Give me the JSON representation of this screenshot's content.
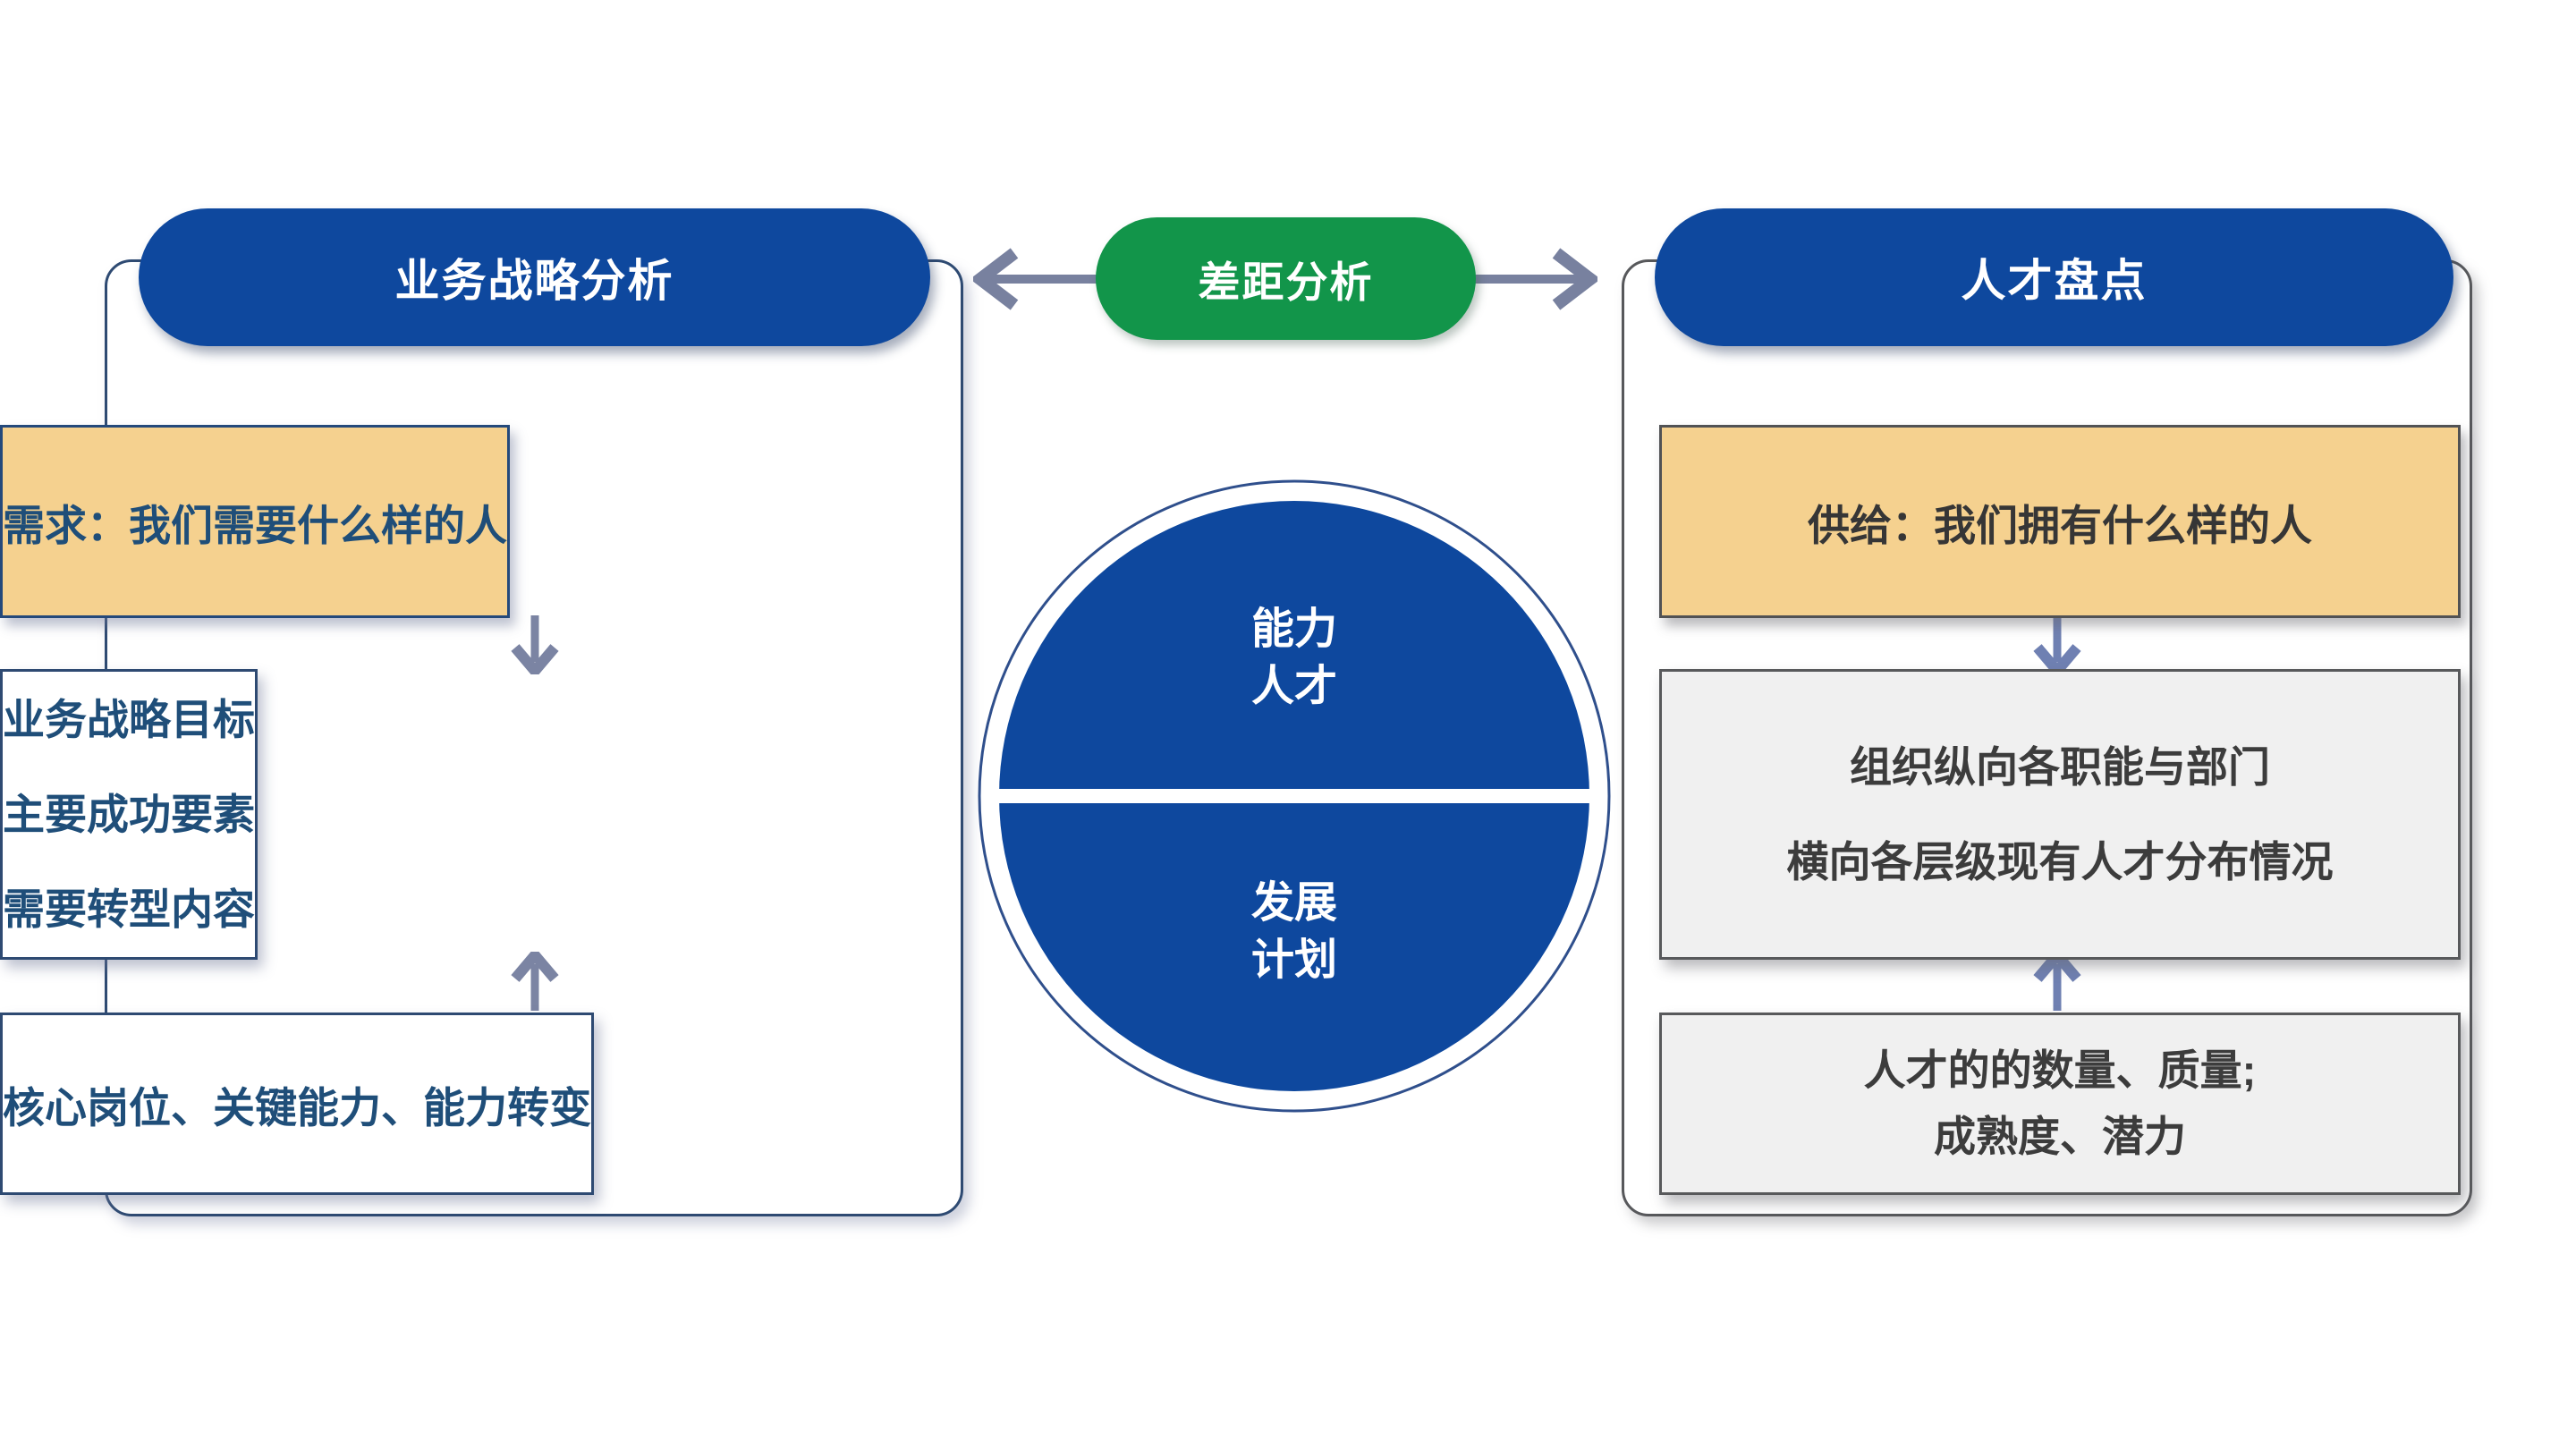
{
  "colors": {
    "primary_blue": "#0E489E",
    "green": "#12954A",
    "orange_fill": "#F5D18F",
    "navy_text": "#1F4E79",
    "gray_text": "#3C3C3C",
    "gray_fill": "#F0F0F0",
    "left_border": "#2E4A72",
    "right_border": "#57585B",
    "arrow_gray": "#78819F",
    "arrow_gray_left": "#7B84A3",
    "arrow_blue_right": "#6F80B2"
  },
  "left_panel": {
    "header": "业务战略分析",
    "demand_box": "需求：我们需要什么样的人",
    "strategy_lines": [
      "业务战略目标",
      "主要成功要素",
      "需要转型内容"
    ],
    "core_box": "核心岗位、关键能力、能力转变"
  },
  "center": {
    "gap_pill": "差距分析",
    "circle_top_lines": [
      "能力",
      "人才"
    ],
    "circle_bottom_lines": [
      "发展",
      "计划"
    ]
  },
  "right_panel": {
    "header": "人才盘点",
    "supply_box": "供给：我们拥有什么样的人",
    "distribution_lines": [
      "组织纵向各职能与部门",
      "横向各层级现有人才分布情况"
    ],
    "quantity_lines": [
      "人才的的数量、质量;",
      "成熟度、潜力"
    ]
  }
}
